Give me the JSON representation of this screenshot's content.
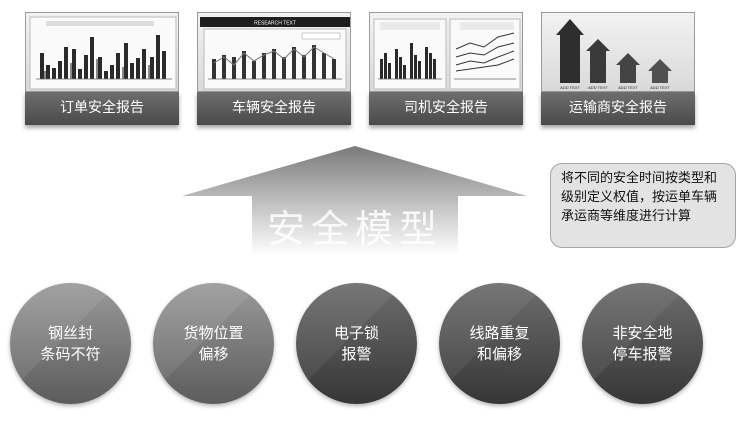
{
  "reports": [
    {
      "label": "订单安全报告",
      "thumb_header": "",
      "legend": [
        "",
        "",
        "",
        "",
        "",
        ""
      ]
    },
    {
      "label": "车辆安全报告",
      "thumb_header": "RESEARCH TEXT"
    },
    {
      "label": "司机安全报告"
    },
    {
      "label": "运输商安全报告",
      "thumb_tags": [
        "ADD TEXT",
        "ADD TEXT",
        "ADD TEXT",
        "ADD TEXT"
      ]
    }
  ],
  "model_label": "安全模型",
  "callout_text": "将不同的安全时间按类型和级别定义权值，按运单车辆承运商等维度进行计算",
  "factors": [
    {
      "label": "钢丝封\n条码不符"
    },
    {
      "label": "货物位置\n偏移"
    },
    {
      "label": "电子锁\n报警"
    },
    {
      "label": "线路重复\n和偏移"
    },
    {
      "label": "非安全地\n停车报警"
    }
  ]
}
